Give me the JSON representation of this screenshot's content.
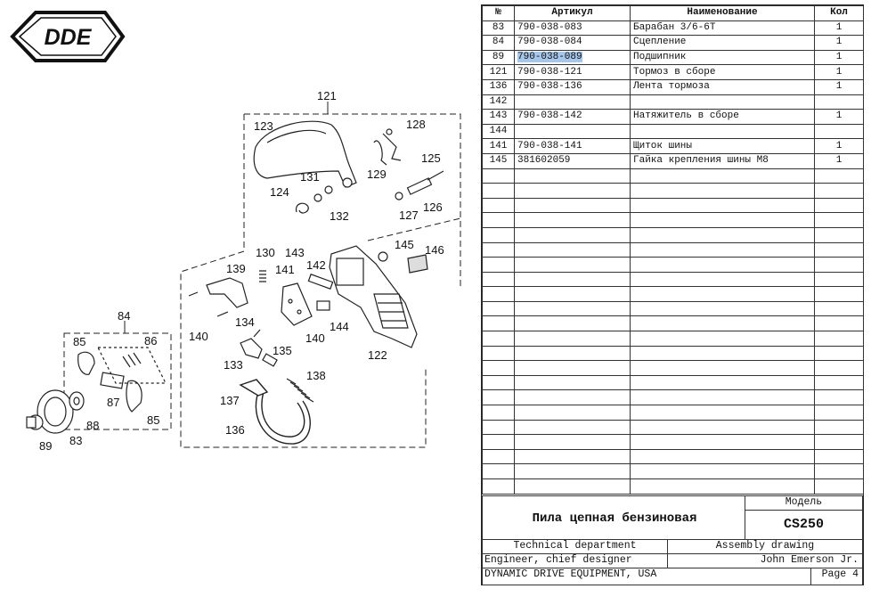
{
  "logo": {
    "text": "DDE"
  },
  "callouts": [
    "121",
    "123",
    "128",
    "131",
    "129",
    "125",
    "124",
    "132",
    "127",
    "126",
    "130",
    "143",
    "142",
    "145",
    "146",
    "139",
    "141",
    "140",
    "144",
    "134",
    "140",
    "135",
    "133",
    "138",
    "137",
    "122",
    "136",
    "84",
    "85",
    "86",
    "87",
    "88",
    "85",
    "89",
    "83"
  ],
  "table": {
    "headers": {
      "num": "№",
      "article": "Артикул",
      "name": "Наименование",
      "qty": "Кол"
    },
    "rows": [
      {
        "num": "83",
        "article": "790-038-083",
        "name": "Барабан 3/6-6T",
        "qty": "1"
      },
      {
        "num": "84",
        "article": "790-038-084",
        "name": "Сцепление",
        "qty": "1"
      },
      {
        "num": "89",
        "article": "790-038-089",
        "name": "Подшипник",
        "qty": "1",
        "highlight": true
      },
      {
        "num": "121",
        "article": "790-038-121",
        "name": "Тормоз в сборе",
        "qty": "1"
      },
      {
        "num": "136",
        "article": "790-038-136",
        "name": "Лента тормоза",
        "qty": "1"
      },
      {
        "num": "142",
        "article": "",
        "name": "",
        "qty": ""
      },
      {
        "num": "143",
        "article": "790-038-142",
        "name": "Натяжитель в сборе",
        "qty": "1"
      },
      {
        "num": "144",
        "article": "",
        "name": "",
        "qty": ""
      },
      {
        "num": "141",
        "article": "790-038-141",
        "name": "Щиток шины",
        "qty": "1"
      },
      {
        "num": "145",
        "article": "381602059",
        "name": "Гайка крепления шины M8",
        "qty": "1"
      }
    ],
    "empty_rows": 22
  },
  "title_block": {
    "product_title": "Пила цепная бензиновая",
    "model_label": "Модель",
    "model_value": "CS250",
    "department": "Technical department",
    "drawing_type": "Assembly drawing",
    "role": "Engineer, chief designer",
    "person": "John Emerson Jr.",
    "company": "DYNAMIC DRIVE EQUIPMENT, USA",
    "page": "Page 4"
  }
}
